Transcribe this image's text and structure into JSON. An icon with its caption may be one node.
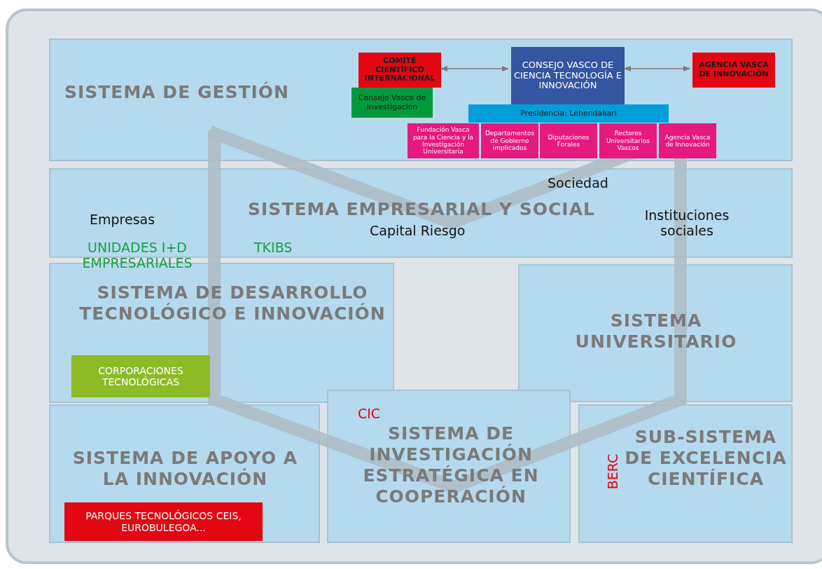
{
  "diagram": {
    "nodes": [
      {
        "text": [
          "SISTEMA DE GESTIÓN"
        ]
      },
      {
        "text": [
          "COMITÉ CIENTÍFICO INTERNACIONAL"
        ],
        "in": 0
      },
      {
        "text": [
          "CONSEJO VASCO DE CIENCIA TECNOLOGÍA E INNOVACIÓN"
        ],
        "in": 0
      },
      {
        "text": [
          "AGENCIA VASCA DE INNOVACIÓN"
        ],
        "in": 0
      },
      {
        "text": [
          "Consejo Vasco de Investigación"
        ],
        "in": 0
      },
      {
        "text": [
          "Presidencia: Lehendakari"
        ],
        "in": 0
      },
      {
        "text": [
          "Fundación Vasca para la Ciencia y la Investigación Universitaria"
        ],
        "in": 0
      },
      {
        "text": [
          "Departamentos de Gobierno implicados"
        ],
        "in": 0
      },
      {
        "text": [
          "Diputaciones Forales"
        ],
        "in": 0
      },
      {
        "text": [
          "Rectores Universitarios Vascos"
        ],
        "in": 0
      },
      {
        "text": [
          "Agencia Vasca de Innovación"
        ],
        "in": 0
      },
      {
        "text": [
          "SISTEMA EMPRESARIAL Y SOCIAL"
        ]
      },
      {
        "text": [
          "SISTEMA DE DESARROLLO TECNOLÓGICO E INNOVACIÓN"
        ]
      },
      {
        "text": [
          "CORPORACIONES TECNOLÓGICAS"
        ],
        "in": 12
      },
      {
        "text": [
          "SISTEMA UNIVERSITARIO"
        ]
      },
      {
        "text": [
          "SISTEMA DE APOYO A LA INNOVACIÓN"
        ]
      },
      {
        "text": [
          "PARQUES TECNOLÓGICOS CEIS, EUROBULEGOA..."
        ],
        "in": 15
      },
      {
        "text": [
          "SISTEMA DE INVESTIGACIÓN ESTRATÉGICA EN COOPERACIÓN"
        ]
      },
      {
        "text": [
          "SUB-SISTEMA DE EXCELENCIA CIENTÍFICA"
        ]
      }
    ],
    "edges": [
      {
        "from": 1,
        "to": 2,
        "arrow": "both"
      },
      {
        "from": 2,
        "to": 3,
        "arrow": "both"
      }
    ],
    "labels": [
      "Sociedad",
      "Empresas",
      "Instituciones sociales",
      "Capital Riesgo",
      "UNIDADES I+D EMPRESARIALES",
      "TKIBS",
      "CIC",
      "BERC"
    ]
  }
}
